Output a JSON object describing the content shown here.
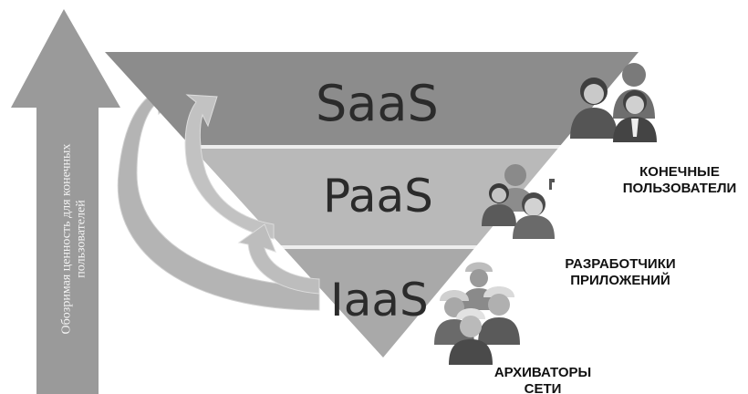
{
  "layers": {
    "top": "SaaS",
    "middle": "PaaS",
    "bottom": "IaaS"
  },
  "roles": {
    "end_users": {
      "line1": "КОНЕЧНЫЕ",
      "line2": "ПОЛЬЗОВАТЕЛИ"
    },
    "developers": {
      "line1": "РАЗРАБОТЧИКИ",
      "line2": "ПРИЛОЖЕНИЙ"
    },
    "archivers": {
      "line1": "АРХИВАТОРЫ",
      "line2": "СЕТИ"
    }
  },
  "axis": {
    "line1": "Обозримая ценность для конечных",
    "line2": "пользователей"
  },
  "colors": {
    "saas_band": "#8c8c8c",
    "paas_band": "#b9b9b9",
    "iaas_band": "#a9a9a9",
    "axis_arrow": "#9a9a9a",
    "curved_arrows": "#b0b0b0"
  }
}
